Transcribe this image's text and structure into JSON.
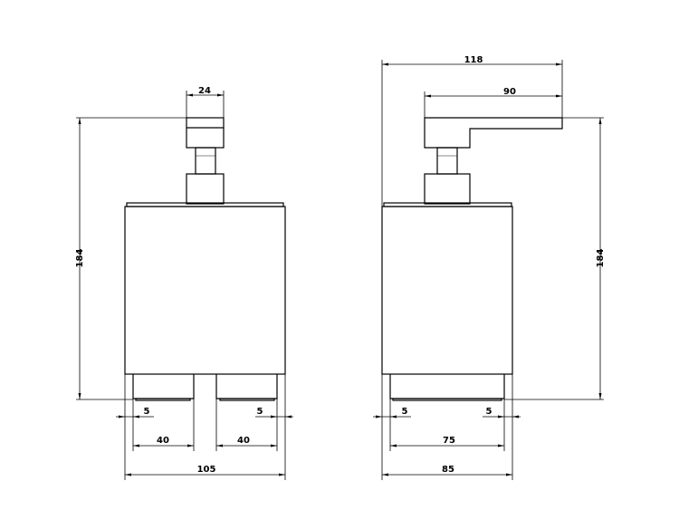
{
  "front_view": {
    "dimensions": {
      "handle_width": "24",
      "height": "184",
      "left_margin": "5",
      "right_margin": "5",
      "left_foot": "40",
      "right_foot": "40",
      "total_width": "105"
    }
  },
  "side_view": {
    "dimensions": {
      "total_depth": "118",
      "lever_length": "90",
      "height": "184",
      "left_margin": "5",
      "right_margin": "5",
      "foot_width": "75",
      "total_width": "85"
    }
  }
}
